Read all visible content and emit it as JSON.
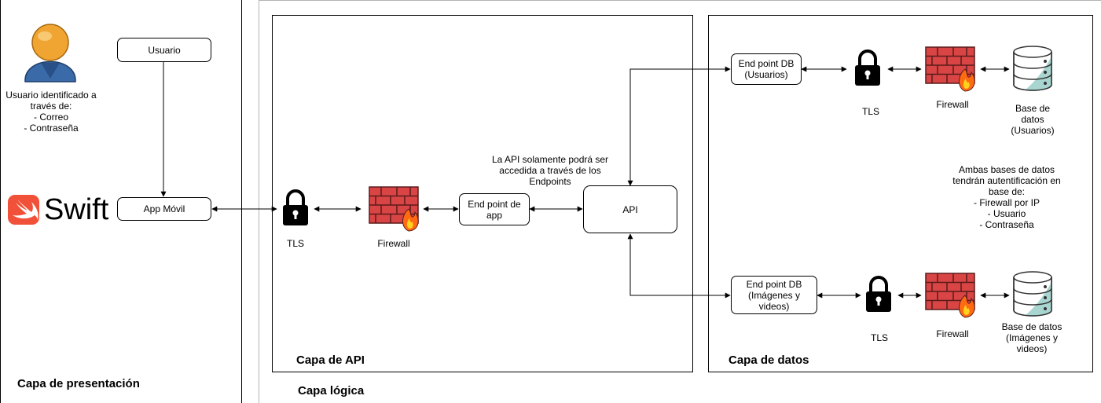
{
  "layers": {
    "presentation": "Capa de presentación",
    "logic": "Capa lógica",
    "api": "Capa de API",
    "data": "Capa de datos"
  },
  "presentation": {
    "user_box": "Usuario",
    "user_caption": "Usuario identificado a\ntravés de:\n- Correo\n- Contraseña",
    "swift_logo": "Swift",
    "app_box": "App Móvil"
  },
  "api_layer": {
    "tls": "TLS",
    "firewall": "Firewall",
    "endpoint_app": "End point de\napp",
    "note": "La API solamente podrá ser\naccedida a través de los\nEndpoints",
    "api": "API"
  },
  "data_layer": {
    "endpoint_users": "End point DB\n(Usuarios)",
    "tls_top": "TLS",
    "firewall_top": "Firewall",
    "db_users": "Base de\ndatos\n(Usuarios)",
    "auth_note": "Ambas bases de datos\ntendrán autentificación en\nbase de:\n- Firewall por IP\n- Usuario\n- Contraseña",
    "endpoint_media": "End point DB\n(Imágenes y\nvideos)",
    "tls_bottom": "TLS",
    "firewall_bottom": "Firewall",
    "db_media": "Base de datos\n(Imágenes y\nvideos)"
  },
  "colors": {
    "firewall_brick": "#d94545",
    "flame": "#ff6a13",
    "db_teal": "#a8d5d0",
    "swift_orange": "#f05138",
    "user_head": "#f0a533",
    "user_body": "#3a6aa8"
  }
}
